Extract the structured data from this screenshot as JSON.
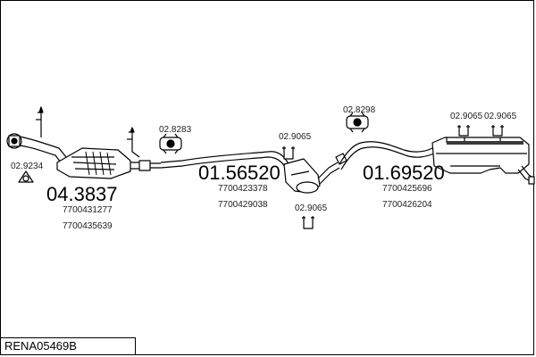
{
  "diagram_ref": "RENA05469B",
  "colors": {
    "ink": "#000000",
    "part_fill": "#3a3a3a",
    "pipe_fill": "#ffffff"
  },
  "groups": [
    {
      "id": "front",
      "code": "04.3837",
      "parts": [
        "7700431277",
        "7700435639"
      ]
    },
    {
      "id": "middle",
      "code": "01.56520",
      "parts": [
        "7700423378",
        "7700429038"
      ]
    },
    {
      "id": "rear",
      "code": "01.69520",
      "parts": [
        "7700425696",
        "7700426204"
      ]
    }
  ],
  "accessories": [
    {
      "id": "gasket-front",
      "code": "02.9234",
      "icon": "triangle-gasket-icon"
    },
    {
      "id": "clamp-front",
      "code": "02.8283",
      "icon": "rubber-mount-icon"
    },
    {
      "id": "hanger-mid-top",
      "code": "02.9065",
      "icon": "hanger-icon"
    },
    {
      "id": "hanger-mid-bottom",
      "code": "02.9065",
      "icon": "hanger-icon"
    },
    {
      "id": "mount-rear",
      "code": "02.8298",
      "icon": "rubber-mount-icon"
    },
    {
      "id": "hanger-rear-1",
      "code": "02.9065",
      "icon": "hanger-icon"
    },
    {
      "id": "hanger-rear-2",
      "code": "02.9065",
      "icon": "hanger-icon"
    }
  ]
}
